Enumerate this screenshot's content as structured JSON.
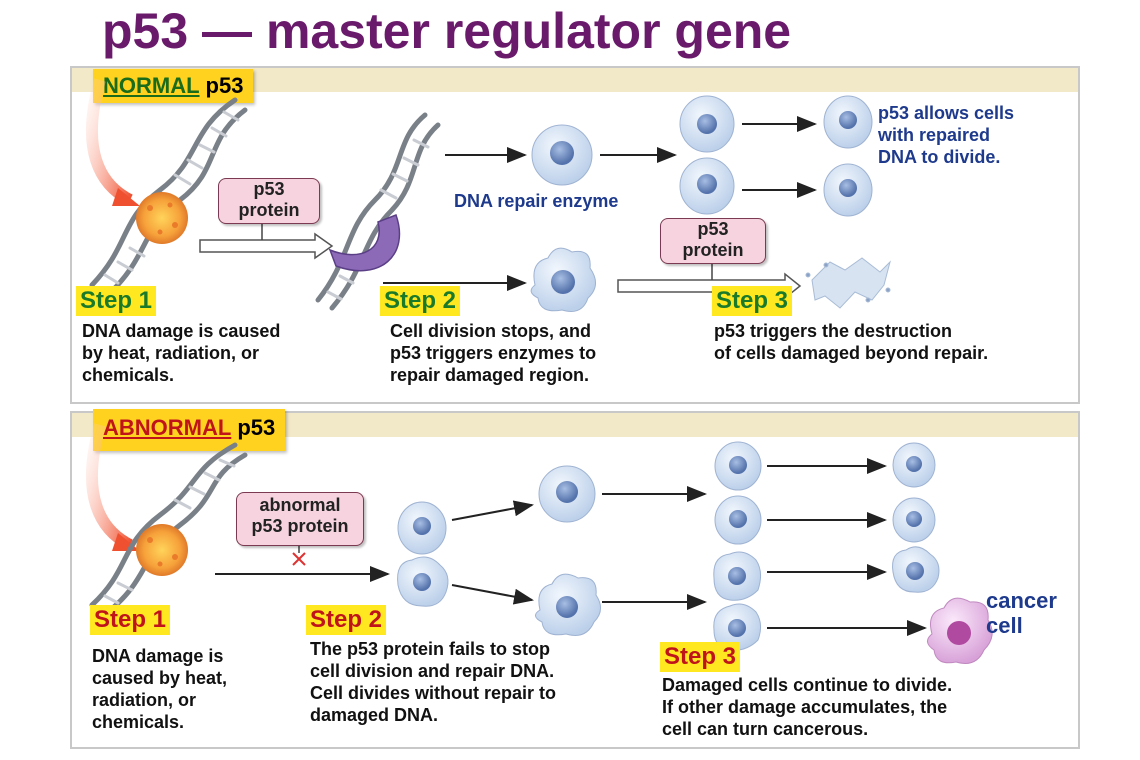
{
  "title": "p53 — master regulator gene",
  "normal": {
    "tag_underlined": "NORMAL",
    "tag_rest": "p53",
    "protein_box_1": "p53\nprotein",
    "protein_box_2": "p53\nprotein",
    "dna_repair_label": "DNA repair enzyme",
    "allows_label": "p53 allows cells\nwith repaired\nDNA to divide.",
    "steps": [
      {
        "label": "Step 1",
        "text": "DNA damage is caused\nby heat, radiation, or\nchemicals."
      },
      {
        "label": "Step 2",
        "text": "Cell division stops, and\np53 triggers enzymes to\nrepair damaged region."
      },
      {
        "label": "Step 3",
        "text": "p53 triggers the destruction\nof cells damaged beyond repair."
      }
    ]
  },
  "abnormal": {
    "tag_underlined": "ABNORMAL",
    "tag_rest": "p53",
    "protein_box": "abnormal\np53 protein",
    "cancer_label": "cancer\ncell",
    "steps": [
      {
        "label": "Step 1",
        "text": "DNA damage is\ncaused by heat,\nradiation, or\nchemicals."
      },
      {
        "label": "Step 2",
        "text": "The p53 protein fails to stop\ncell division and repair DNA.\nCell divides without repair to\ndamaged DNA."
      },
      {
        "label": "Step 3",
        "text": "Damaged cells continue to divide.\nIf other damage accumulates, the\ncell can turn cancerous."
      }
    ]
  },
  "colors": {
    "title": "#6a1a6a",
    "tag": "#ffd21f",
    "step": "#ffe820",
    "normal_underline": "#1a6b1a",
    "abnormal_underline": "#c0141b",
    "label_blue": "#1e3a8c",
    "protein_box": "#f6d3de",
    "cell": "#d8e6f5",
    "nucleus": "#6f8fc4",
    "cancer_cell": "#e9c3e9"
  },
  "icons": [
    "dna-helix-icon",
    "damage-burst-icon",
    "arrow-icon",
    "cell-icon",
    "cancer-cell-icon",
    "x-mark-icon"
  ]
}
